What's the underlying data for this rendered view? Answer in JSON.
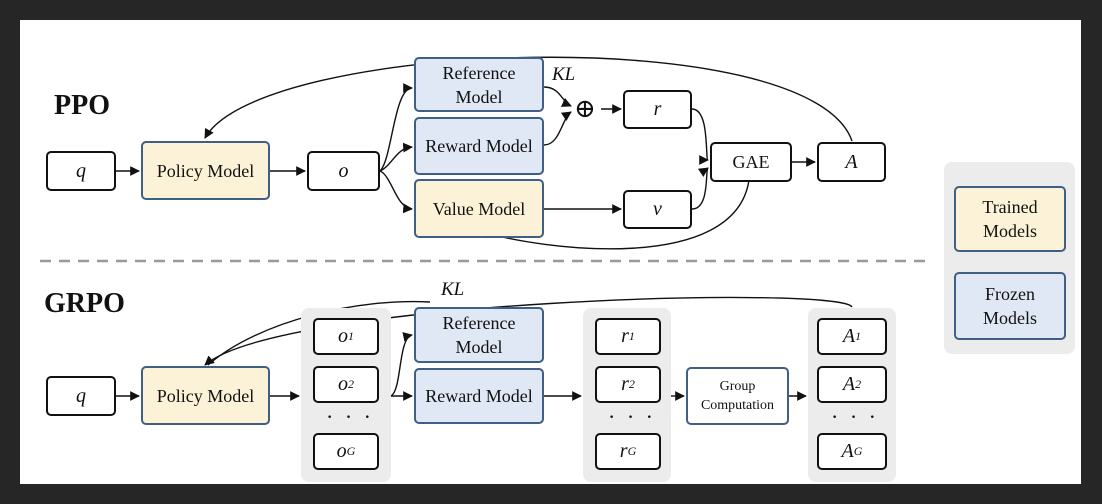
{
  "ppo": {
    "title": "PPO",
    "q": "q",
    "policy": "Policy Model",
    "o": "o",
    "reference": "Reference Model",
    "reward": "Reward Model",
    "value": "Value Model",
    "kl": "KL",
    "plus": "⊕",
    "r": "r",
    "v": "v",
    "gae": "GAE",
    "a": "A"
  },
  "grpo": {
    "title": "GRPO",
    "q": "q",
    "policy": "Policy Model",
    "kl": "KL",
    "reference": "Reference Model",
    "reward": "Reward Model",
    "group_computation": "Group Computation",
    "outputs": [
      {
        "base": "o",
        "sub": "1"
      },
      {
        "base": "o",
        "sub": "2"
      },
      {
        "base": "o",
        "sub": "G"
      }
    ],
    "rewards": [
      {
        "base": "r",
        "sub": "1"
      },
      {
        "base": "r",
        "sub": "2"
      },
      {
        "base": "r",
        "sub": "G"
      }
    ],
    "advantages": [
      {
        "base": "A",
        "sub": "1"
      },
      {
        "base": "A",
        "sub": "2"
      },
      {
        "base": "A",
        "sub": "G"
      }
    ],
    "ellipsis": "· · ·"
  },
  "legend": {
    "trained": "Trained Models",
    "frozen": "Frozen Models"
  },
  "colors": {
    "trained_fill": "#fcf2d7",
    "frozen_fill": "#dfe8f4",
    "model_border": "#3f5f84",
    "group_bg": "#ececec",
    "divider": "#9a9a9a"
  }
}
